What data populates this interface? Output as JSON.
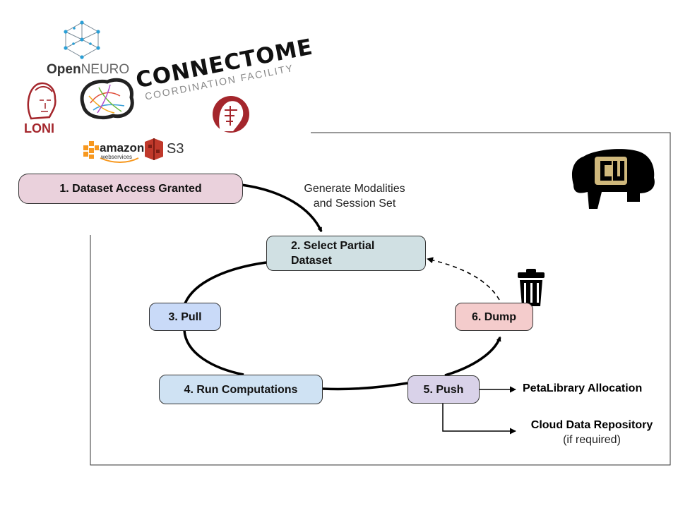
{
  "logos": {
    "openneuro": {
      "prefix": "Open",
      "suffix": "NEURO"
    },
    "connectome": {
      "line1": "CONNECTOME",
      "line2": "COORDINATION FACILITY"
    },
    "loni": "LONI",
    "amazon": {
      "word": "amazon",
      "sub": "webservices"
    },
    "s3": "S3"
  },
  "steps": [
    {
      "label": "1.  Dataset Access Granted",
      "color": "#ead1dc"
    },
    {
      "label": "2.  Select Partial\n       Dataset",
      "color": "#d0e0e3"
    },
    {
      "label": "3.  Pull",
      "color": "#c9daf8"
    },
    {
      "label": "4.  Run Computations",
      "color": "#cfe2f3"
    },
    {
      "label": "5.  Push",
      "color": "#d9d2e9"
    },
    {
      "label": "6.  Dump",
      "color": "#f4cccc"
    }
  ],
  "annotation": {
    "line1": "Generate Modalities",
    "line2": "and Session Set"
  },
  "outputs": {
    "petalibrary": "PetaLibrary Allocation",
    "cloud": "Cloud Data Repository",
    "cloud_note": "(if required)"
  },
  "colors": {
    "cu_gold": "#cfb87c",
    "loni_red": "#a4262c",
    "aws_orange": "#f7981f",
    "s3_red": "#c0392b"
  }
}
